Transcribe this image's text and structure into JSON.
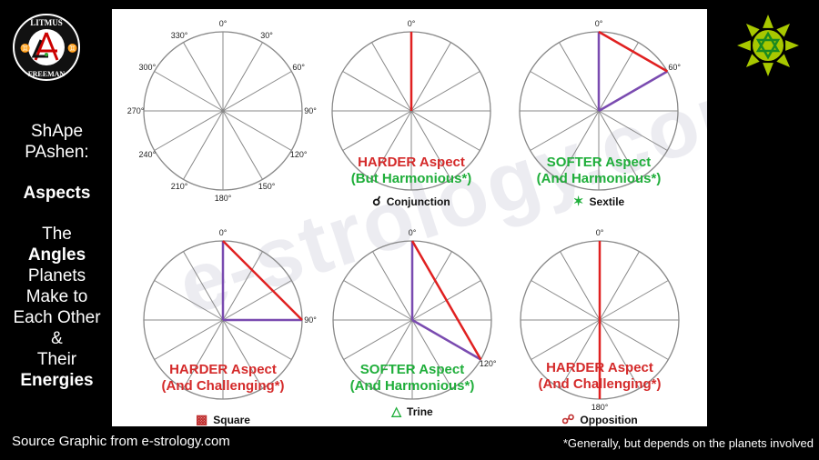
{
  "logo_left": {
    "text_top": "LITMUS",
    "text_bottom": "FREEMAN"
  },
  "sidebar": {
    "line1": "ShApe",
    "line2": "PAshen:",
    "heading": "Aspects",
    "l3": "The",
    "l4": "Angles",
    "l5": "Planets",
    "l6": "Make to",
    "l7": "Each Other",
    "l8": "&",
    "l9": "Their",
    "l10": "Energies"
  },
  "watermark": "e-strology.com",
  "reference_wheel": {
    "labels": [
      "0°",
      "30°",
      "60°",
      "90°",
      "120°",
      "150°",
      "180°",
      "210°",
      "240°",
      "270°",
      "300°",
      "330°"
    ]
  },
  "aspects": [
    {
      "name": "Conjunction",
      "glyph": "☌",
      "angle_labels": [
        "0°"
      ],
      "title": "HARDER Aspect",
      "subtitle": "(But Harmonious*)",
      "title_color": "#d42a2a",
      "subtitle_color": "#1fae3a"
    },
    {
      "name": "Sextile",
      "glyph": "✶",
      "angle_labels": [
        "0°",
        "60°"
      ],
      "title": "SOFTER Aspect",
      "subtitle": "(And Harmonious*)",
      "title_color": "#1fae3a",
      "subtitle_color": "#1fae3a"
    },
    {
      "name": "Square",
      "glyph": "▩",
      "angle_labels": [
        "0°",
        "90°"
      ],
      "title": "HARDER Aspect",
      "subtitle": "(And Challenging*)",
      "title_color": "#d42a2a",
      "subtitle_color": "#d42a2a"
    },
    {
      "name": "Trine",
      "glyph": "△",
      "angle_labels": [
        "0°",
        "120°"
      ],
      "title": "SOFTER Aspect",
      "subtitle": "(And Harmonious*)",
      "title_color": "#1fae3a",
      "subtitle_color": "#1fae3a"
    },
    {
      "name": "Opposition",
      "glyph": "☍",
      "angle_labels": [
        "0°",
        "180°"
      ],
      "title": "HARDER Aspect",
      "subtitle": "(And Challenging*)",
      "title_color": "#d42a2a",
      "subtitle_color": "#d42a2a"
    }
  ],
  "colors": {
    "hard_line": "#e02020",
    "planet_line": "#7a4bb0",
    "wheel": "#888888"
  },
  "footer": {
    "source": "Source Graphic from e-strology.com",
    "note": "*Generally, but depends on the planets involved"
  }
}
